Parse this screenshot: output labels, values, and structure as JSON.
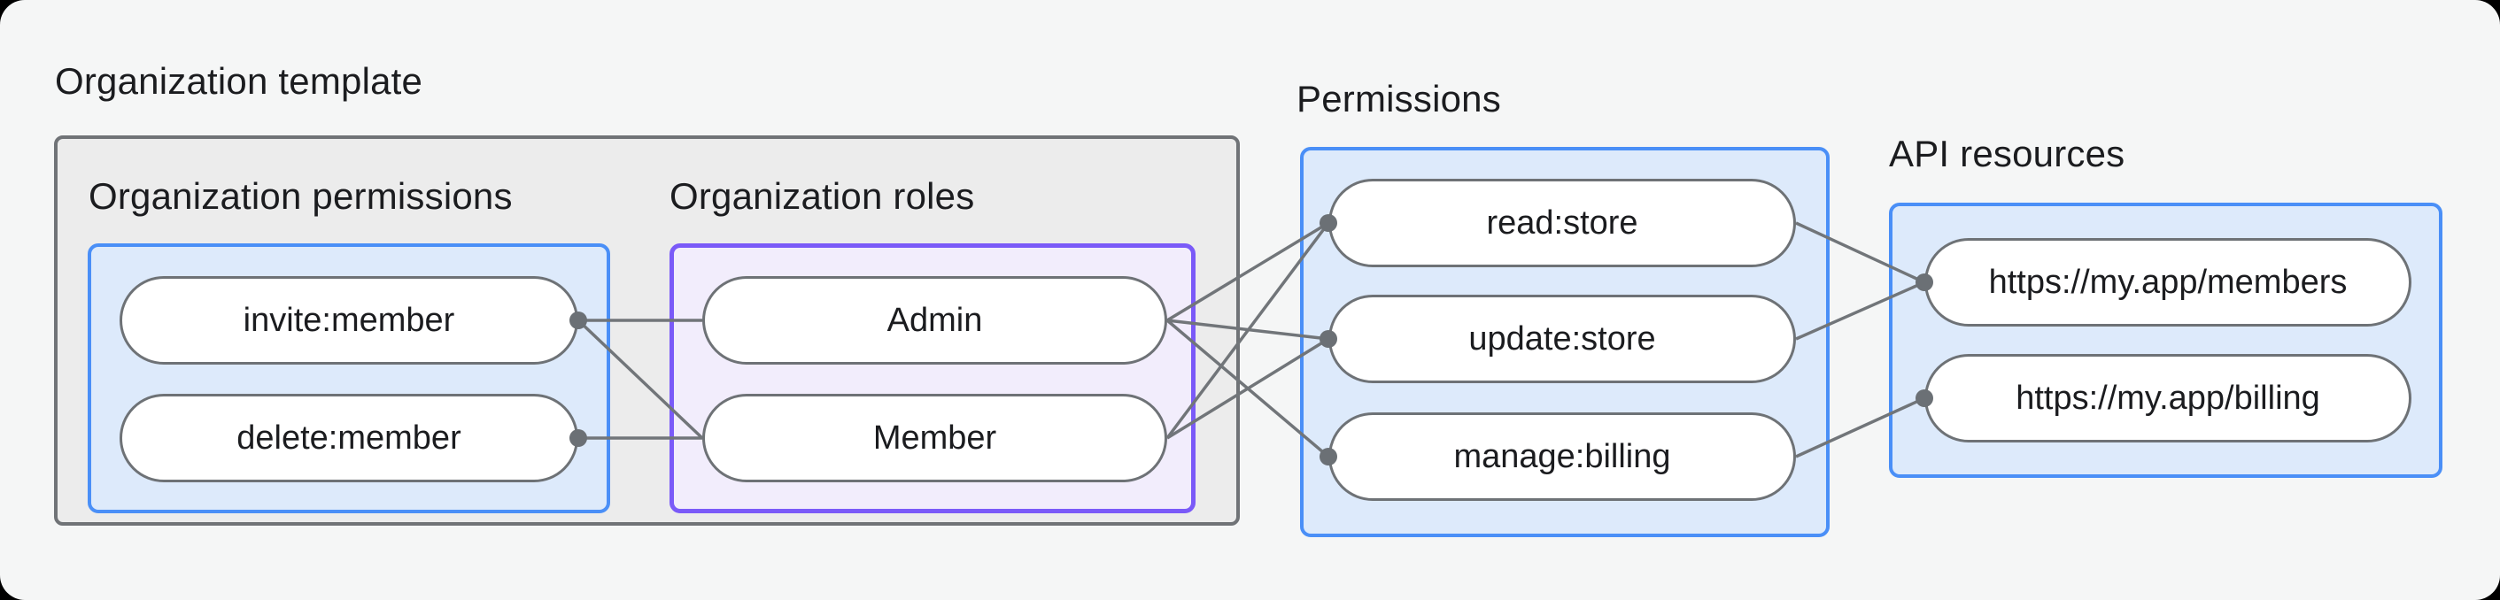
{
  "diagram": {
    "org_template": {
      "label": "Organization template"
    },
    "org_permissions": {
      "label": "Organization permissions",
      "items": [
        {
          "id": "invite",
          "label": "invite:member"
        },
        {
          "id": "delete",
          "label": "delete:member"
        }
      ]
    },
    "org_roles": {
      "label": "Organization roles",
      "items": [
        {
          "id": "admin",
          "label": "Admin"
        },
        {
          "id": "member",
          "label": "Member"
        }
      ]
    },
    "permissions": {
      "label": "Permissions",
      "items": [
        {
          "id": "read",
          "label": "read:store"
        },
        {
          "id": "update",
          "label": "update:store"
        },
        {
          "id": "manage",
          "label": "manage:billing"
        }
      ]
    },
    "api_resources": {
      "label": "API resources",
      "items": [
        {
          "id": "members_api",
          "label": "https://my.app/members"
        },
        {
          "id": "billing_api",
          "label": "https://my.app/billing"
        }
      ]
    },
    "edges": [
      {
        "from": "invite",
        "to": "admin"
      },
      {
        "from": "invite",
        "to": "member"
      },
      {
        "from": "delete",
        "to": "member"
      },
      {
        "from": "admin",
        "to": "read"
      },
      {
        "from": "admin",
        "to": "update"
      },
      {
        "from": "admin",
        "to": "manage"
      },
      {
        "from": "member",
        "to": "read"
      },
      {
        "from": "member",
        "to": "update"
      },
      {
        "from": "read",
        "to": "members_api"
      },
      {
        "from": "update",
        "to": "members_api"
      },
      {
        "from": "manage",
        "to": "billing_api"
      }
    ],
    "colors": {
      "background": "#f5f6f6",
      "gray_box_fill": "#ececec",
      "gray_box_border": "#707377",
      "blue_border": "#4a8ff7",
      "blue_fill": "#ddeafb",
      "purple_border": "#7a5af8",
      "purple_fill": "#f2edfc",
      "pill_border": "#6e7276",
      "line": "#717579",
      "connector_dot": "#6b7075",
      "text": "#1b1c1f"
    }
  }
}
